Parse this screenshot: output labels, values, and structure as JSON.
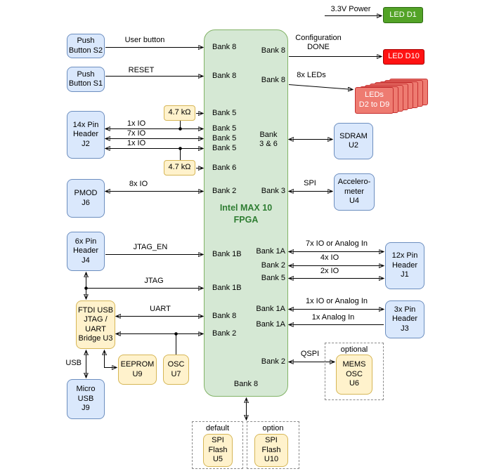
{
  "fpga": {
    "title": "Intel MAX 10\nFPGA",
    "banks_left": [
      "Bank 8",
      "Bank 8",
      "Bank 5",
      "Bank 5",
      "Bank 5",
      "Bank 5",
      "Bank 6",
      "Bank 2",
      "Bank 1B",
      "Bank 1B",
      "Bank 8",
      "Bank 2"
    ],
    "bank_bottom": "Bank 8",
    "banks_right": [
      "Bank 8",
      "Bank 8",
      "Bank\n3 & 6",
      "Bank 3",
      "Bank 1A",
      "Bank 2",
      "Bank 5",
      "Bank 1A",
      "Bank 1A",
      "Bank 2"
    ]
  },
  "nodes": {
    "push_button_s2": "Push\nButton S2",
    "push_button_s1": "Push\nButton S1",
    "pin_header_j2": "14x Pin\nHeader\nJ2",
    "resistor_top": "4.7 kΩ",
    "resistor_bottom": "4.7 kΩ",
    "pmod_j6": "PMOD\nJ6",
    "pin_header_j4": "6x Pin\nHeader\nJ4",
    "ftdi_bridge_u3": "FTDI USB\nJTAG /\nUART\nBridge U3",
    "eeprom_u9": "EEPROM\nU9",
    "osc_u7": "OSC\nU7",
    "micro_usb_j9": "Micro\nUSB\nJ9",
    "led_d1": "LED D1",
    "led_d10": "LED D10",
    "leds_d2_d9": "LEDs\nD2 to D9",
    "sdram_u2": "SDRAM\nU2",
    "accelerometer_u4": "Accelero-\nmeter\nU4",
    "pin_header_j1": "12x Pin\nHeader\nJ1",
    "pin_header_j3": "3x Pin\nHeader\nJ3",
    "mems_osc_u6": "MEMS\nOSC\nU6",
    "spi_flash_u5": "SPI\nFlash\nU5",
    "spi_flash_u10": "SPI\nFlash\nU10"
  },
  "edge_labels": {
    "user_button": "User button",
    "reset": "RESET",
    "io_1x_a": "1x IO",
    "io_7x": "7x IO",
    "io_1x_b": "1x IO",
    "io_8x": "8x IO",
    "jtag_en": "JTAG_EN",
    "jtag": "JTAG",
    "uart": "UART",
    "usb": "USB",
    "power_3v3": "3.3V Power",
    "config_done": "Configuration\nDONE",
    "leds_8x": "8x LEDs",
    "spi": "SPI",
    "io_7x_analog": "7x IO or Analog In",
    "io_4x": "4x IO",
    "io_2x": "2x IO",
    "io_1x_analog": "1x IO or Analog In",
    "analog_1x": "1x Analog In",
    "qspi": "QSPI"
  },
  "group_labels": {
    "optional": "optional",
    "default": "default",
    "option": "option"
  },
  "colors": {
    "blue_fill": "#dae8fc",
    "blue_border": "#6c8ebf",
    "yellow_fill": "#fff2cc",
    "yellow_border": "#d6b656",
    "green_fill": "#d5e8d4",
    "green_border": "#82b366",
    "led_green": "#53a327",
    "led_red": "#ff1212",
    "led_bank": "#ee7b71",
    "fpga_text": "#2e7d32"
  }
}
